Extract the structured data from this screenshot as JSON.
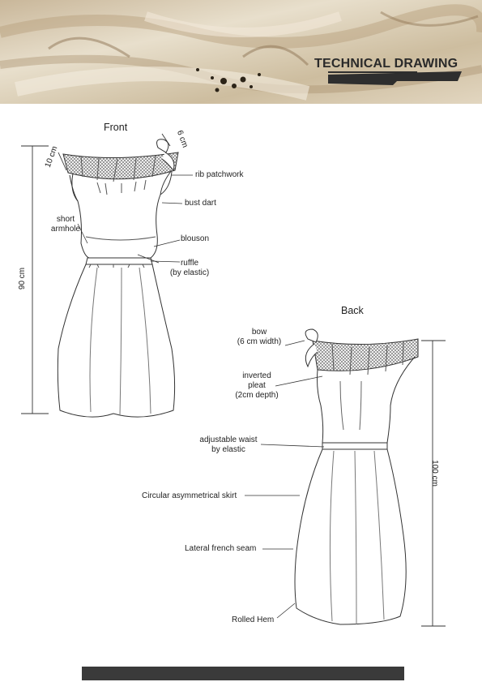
{
  "banner": {
    "title": "TECHNICAL DRAWING"
  },
  "front": {
    "heading": "Front",
    "labels": {
      "rib_patchwork": "rib patchwork",
      "bust_dart": "bust dart",
      "short_armhole": "short\narmhole",
      "blouson": "blouson",
      "ruffle": "ruffle\n(by elastic)"
    },
    "dimensions": {
      "length": "90 cm",
      "neckband": "10 cm",
      "bow": "6 cm"
    }
  },
  "back": {
    "heading": "Back",
    "labels": {
      "bow": "bow\n(6 cm width)",
      "inverted_pleat": "inverted\npleat\n(2cm depth)",
      "adjustable_waist": "adjustable waist\nby elastic",
      "circular_skirt": "Circular asymmetrical skirt",
      "lateral_seam": "Lateral french seam",
      "rolled_hem": "Rolled Hem"
    },
    "dimensions": {
      "length": "100 cm"
    }
  },
  "colors": {
    "banner_bg": "#d8ccb4",
    "footer_bar": "#3a3a3a",
    "line": "#333333"
  }
}
